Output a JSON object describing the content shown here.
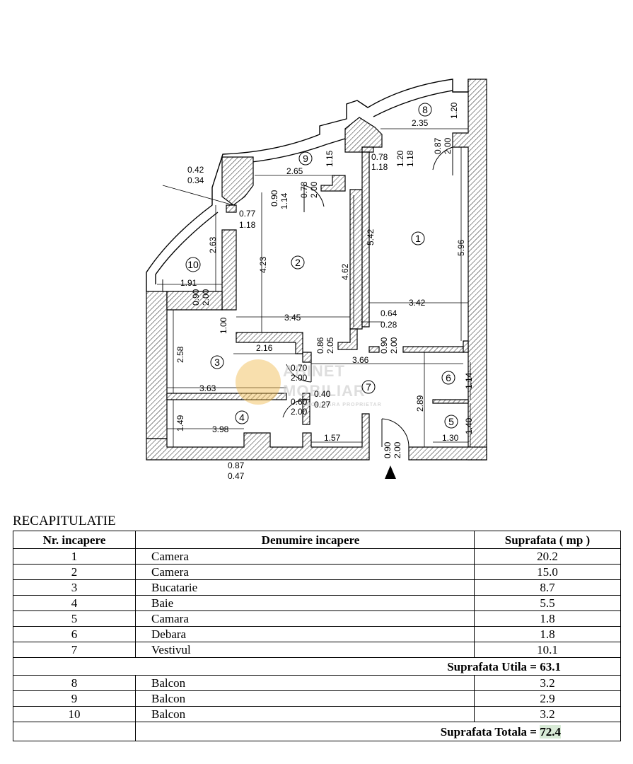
{
  "plan": {
    "rooms": [
      "1",
      "2",
      "3",
      "4",
      "5",
      "6",
      "7",
      "8",
      "9",
      "10"
    ],
    "dimensions": {
      "d_2_35": "2.35",
      "d_1_20_top": "1.20",
      "d_0_87": "0.87",
      "d_2_00_a": "2.00",
      "d_1_15": "1.15",
      "d_0_78_a": "0.78",
      "d_1_18_a": "1.18",
      "d_1_20_b": "1.20",
      "d_1_18_b": "1.18",
      "d_0_42": "0.42",
      "d_0_34": "0.34",
      "d_2_65": "2.65",
      "d_0_78_b": "0.78",
      "d_2_00_b": "2.00",
      "d_0_90_a": "0.90",
      "d_1_14_a": "1.14",
      "d_0_77": "0.77",
      "d_1_18_c": "1.18",
      "d_2_63": "2.63",
      "d_4_23": "4.23",
      "d_4_62": "4.62",
      "d_5_42": "5.42",
      "d_5_96": "5.96",
      "d_1_91": "1.91",
      "d_0_90_b": "0.90",
      "d_2_00_c": "2.00",
      "d_3_45": "3.45",
      "d_3_42": "3.42",
      "d_0_64": "0.64",
      "d_0_28": "0.28",
      "d_1_00": "1.00",
      "d_2_16": "2.16",
      "d_0_86": "0.86",
      "d_2_05": "2.05",
      "d_0_90_c": "0.90",
      "d_2_00_d": "2.00",
      "d_2_58": "2.58",
      "d_3_66": "3.66",
      "d_0_70": "0.70",
      "d_2_00_e": "2.00",
      "d_3_63": "3.63",
      "d_0_40": "0.40",
      "d_0_27": "0.27",
      "d_0_60": "0.60",
      "d_2_00_f": "2.00",
      "d_2_89": "2.89",
      "d_1_14_b": "1.14",
      "d_1_49": "1.49",
      "d_3_98": "3.98",
      "d_1_57": "1.57",
      "d_1_40": "1.40",
      "d_1_30": "1.30",
      "d_0_90_d": "0.90",
      "d_2_00_g": "2.00",
      "d_0_87_b": "0.87",
      "d_0_47": "0.47"
    },
    "watermark": {
      "line1": "ABINET",
      "line2": "MOBILIAR",
      "tag": "IMOBILIARA PROPRIETAR",
      "accent": "#f0b84a"
    }
  },
  "recap": {
    "title": "RECAPITULATIE",
    "headers": [
      "Nr. incapere",
      "Denumire incapere",
      "Suprafata ( mp )"
    ],
    "rows_a": [
      {
        "nr": "1",
        "name": "Camera",
        "area": "20.2"
      },
      {
        "nr": "2",
        "name": "Camera",
        "area": "15.0"
      },
      {
        "nr": "3",
        "name": "Bucatarie",
        "area": "8.7"
      },
      {
        "nr": "4",
        "name": "Baie",
        "area": "5.5"
      },
      {
        "nr": "5",
        "name": "Camara",
        "area": "1.8"
      },
      {
        "nr": "6",
        "name": "Debara",
        "area": "1.8"
      },
      {
        "nr": "7",
        "name": "Vestivul",
        "area": "10.1"
      }
    ],
    "utila": "Suprafata Utila  = 63.1",
    "rows_b": [
      {
        "nr": "8",
        "name": "Balcon",
        "area": "3.2"
      },
      {
        "nr": "9",
        "name": "Balcon",
        "area": "2.9"
      },
      {
        "nr": "10",
        "name": "Balcon",
        "area": "3.2"
      }
    ],
    "totala_label": "Suprafata Totala = ",
    "totala_value": "72.4",
    "highlight_color": "#d8ead6"
  }
}
